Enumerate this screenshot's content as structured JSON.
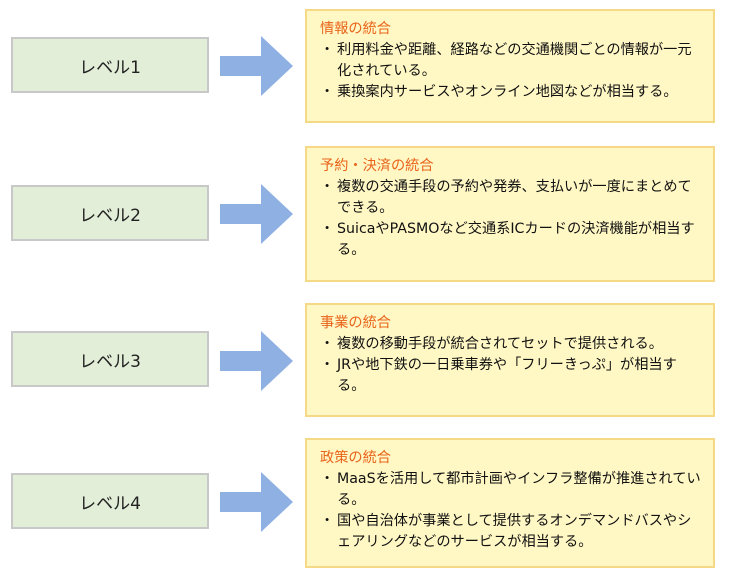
{
  "colors": {
    "level_bg": "#e2eed8",
    "level_border": "#c8c8c8",
    "arrow": "#8fb0e3",
    "desc_bg": "#fff7c4",
    "desc_border": "#f5d986",
    "title_accent": "#e8641b"
  },
  "levels": [
    {
      "label": "レベル1",
      "title": "情報の統合",
      "bullets": [
        "利用料金や距離、経路などの交通機関ごとの情報が一元化されている。",
        "乗換案内サービスやオンライン地図などが相当する。"
      ]
    },
    {
      "label": "レベル2",
      "title": "予約・決済の統合",
      "bullets": [
        "複数の交通手段の予約や発券、支払いが一度にまとめてできる。",
        "SuicaやPASMOなど交通系ICカードの決済機能が相当する。"
      ]
    },
    {
      "label": "レベル3",
      "title": "事業の統合",
      "bullets": [
        "複数の移動手段が統合されてセットで提供される。",
        "JRや地下鉄の一日乗車券や「フリーきっぷ」が相当する。"
      ]
    },
    {
      "label": "レベル4",
      "title": "政策の統合",
      "bullets": [
        "MaaSを活用して都市計画やインフラ整備が推進されている。",
        "国や自治体が事業として提供するオンデマンドバスやシェアリングなどのサービスが相当する。"
      ]
    }
  ],
  "bullet_mark": "・",
  "icons": {
    "arrow": "arrow-right-icon"
  }
}
